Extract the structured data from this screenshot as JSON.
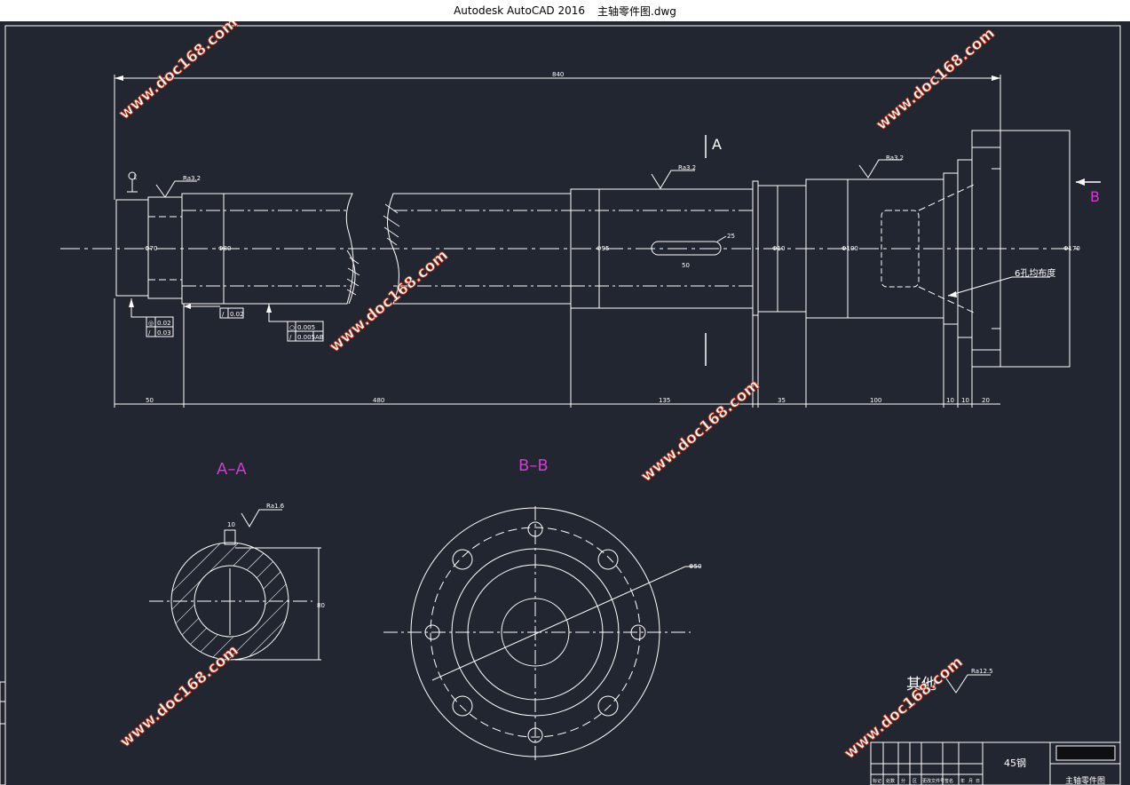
{
  "window": {
    "app_title": "Autodesk AutoCAD 2016",
    "file_name": "主轴零件图.dwg"
  },
  "colors": {
    "background": "#212630",
    "line": "#ffffff",
    "section_label": "#d23ad2",
    "watermark": "#c8371d"
  },
  "drawing": {
    "main_view": {
      "overall_length": "840",
      "section_mark_a": "A",
      "section_mark_b": "B",
      "roughness": [
        "Ra3.2",
        "Ra3.2",
        "Ra3.2"
      ],
      "datum_symbol": "⊥",
      "diameters": [
        "Φ70",
        "Φ80",
        "Φ95",
        "Φ10",
        "Φ100",
        "Φ170"
      ],
      "keyway_width": "25",
      "keyway_length": "50",
      "hole_note": "6孔均布度",
      "tolerances": [
        {
          "symbol": "◎",
          "value": "0.02"
        },
        {
          "symbol": "/",
          "value": "0.03"
        },
        {
          "symbol": "/",
          "value": "0.02"
        },
        {
          "symbol": "○",
          "value": "0.005"
        },
        {
          "symbol": "/",
          "value": "0.005",
          "datum": "AB"
        }
      ],
      "bottom_dims": [
        "50",
        "480",
        "135",
        "35",
        "100",
        "10",
        "10",
        "20"
      ]
    },
    "section_a": {
      "title": "A–A",
      "keyway_width": "10",
      "roughness": "Ra1.6",
      "height": "80"
    },
    "section_b": {
      "title": "B–B",
      "bolt_circle": "Φ50"
    },
    "other_roughness": {
      "label": "其他",
      "value": "Ra12.5"
    },
    "title_block": {
      "material": "45钢",
      "part_name": "主轴零件图",
      "headers": [
        "标记",
        "处数",
        "分",
        "区",
        "更改文件号",
        "签名",
        "年",
        "月",
        "日"
      ]
    },
    "watermark_text": "www.doc168.com"
  }
}
